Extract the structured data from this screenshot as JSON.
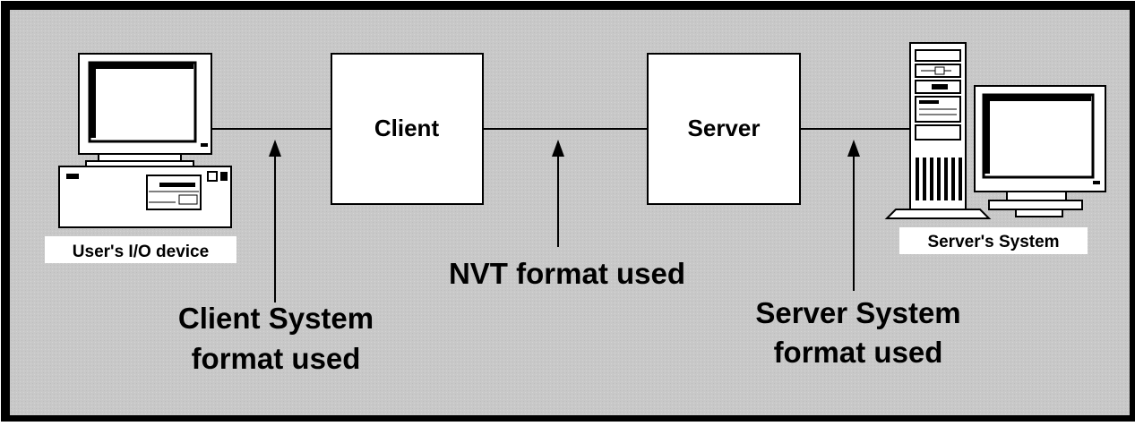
{
  "diagram": {
    "background_color": "#c8c8c8",
    "border_color": "#000000",
    "box_fill": "#ffffff",
    "client_box": {
      "label": "Client"
    },
    "server_box": {
      "label": "Server"
    },
    "user_device": {
      "icon": "desktop-computer-icon",
      "caption": "User's I/O device"
    },
    "server_system": {
      "icon": "server-tower-with-monitor-icon",
      "caption": "Server's System"
    },
    "annotations": {
      "client_format": {
        "line1": "Client System",
        "line2": "format used"
      },
      "nvt_format": {
        "line1": "NVT format used"
      },
      "server_format": {
        "line1": "Server System",
        "line2": "format used"
      }
    }
  }
}
